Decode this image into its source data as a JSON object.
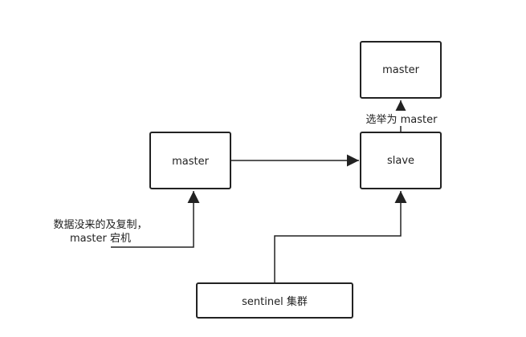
{
  "nodes": {
    "master_new": "master",
    "master_old": "master",
    "slave": "slave",
    "sentinel": "sentinel 集群"
  },
  "labels": {
    "elect": "选举为 master",
    "note_line1": "数据没来的及复制，",
    "note_line2": "master 宕机"
  }
}
